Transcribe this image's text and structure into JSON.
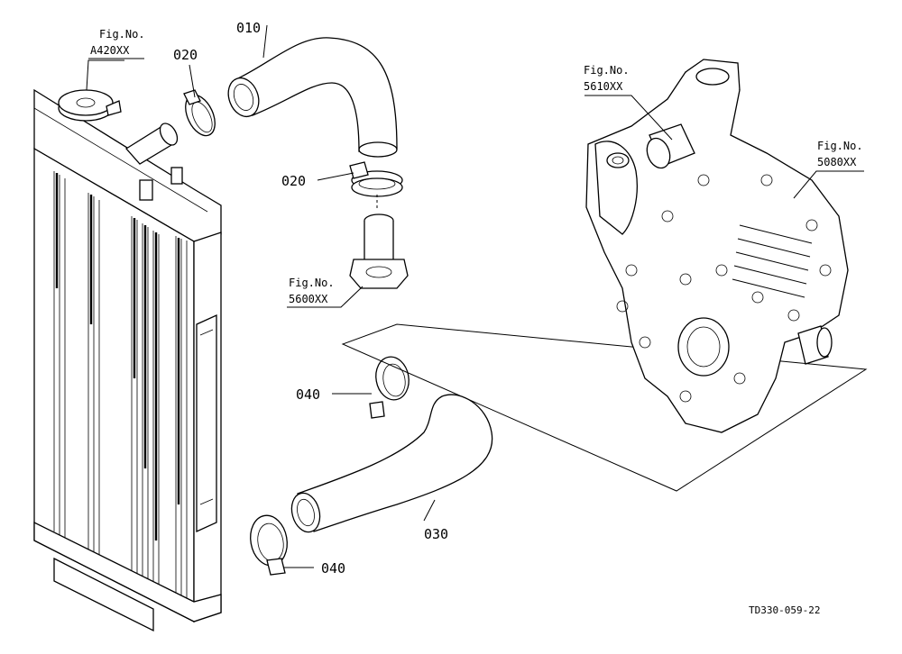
{
  "labels": {
    "p010": "010",
    "p020a": "020",
    "p020b": "020",
    "p030": "030",
    "p040a": "040",
    "p040b": "040"
  },
  "figrefs": {
    "radiator_cap": {
      "title": "Fig.No.",
      "code": "A420XX"
    },
    "thermostat": {
      "title": "Fig.No.",
      "code": "5600XX"
    },
    "water_pump": {
      "title": "Fig.No.",
      "code": "5610XX"
    },
    "gear_case": {
      "title": "Fig.No.",
      "code": "5080XX"
    }
  },
  "drawing_code": "TD330-059-22"
}
